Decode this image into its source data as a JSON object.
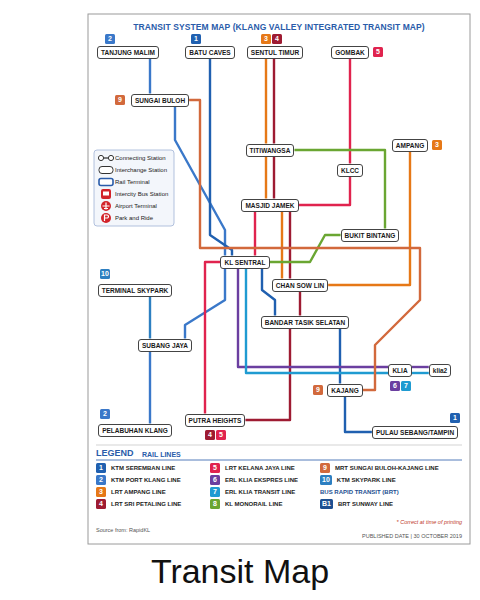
{
  "diagram": {
    "title": "TRANSIT SYSTEM MAP (KLANG VALLEY INTEGRATED TRANSIT MAP)",
    "caption": "Transit Map",
    "nodes": [
      {
        "text": [
          "TANJUNG MALIM"
        ]
      },
      {
        "text": [
          "BATU CAVES"
        ]
      },
      {
        "text": [
          "SENTUL TIMUR"
        ]
      },
      {
        "text": [
          "GOMBAK"
        ]
      },
      {
        "text": [
          "SUNGAI BULOH"
        ]
      },
      {
        "text": [
          "TITIWANGSA"
        ]
      },
      {
        "text": [
          "KLCC"
        ]
      },
      {
        "text": [
          "MASJID JAMEK"
        ]
      },
      {
        "text": [
          "BUKIT BINTANG"
        ]
      },
      {
        "text": [
          "KL SENTRAL"
        ]
      },
      {
        "text": [
          "CHAN SOW LIN"
        ]
      },
      {
        "text": [
          "AMPANG"
        ]
      },
      {
        "text": [
          "TERMINAL SKYPARK"
        ]
      },
      {
        "text": [
          "BANDAR TASIK SELATAN"
        ]
      },
      {
        "text": [
          "SUBANG JAYA"
        ]
      },
      {
        "text": [
          "KLIA"
        ]
      },
      {
        "text": [
          "klia2"
        ]
      },
      {
        "text": [
          "KAJANG"
        ]
      },
      {
        "text": [
          "PUTRA HEIGHTS"
        ]
      },
      {
        "text": [
          "PELABUHAN KLANG"
        ]
      },
      {
        "text": [
          "PULAU SEBANG/TAMPIN"
        ]
      }
    ],
    "edges": [
      {
        "from": 0,
        "to": 4,
        "arrow": "none"
      },
      {
        "from": 4,
        "to": 9,
        "arrow": "none"
      },
      {
        "from": 9,
        "to": 14,
        "arrow": "none"
      },
      {
        "from": 14,
        "to": 19,
        "arrow": "none"
      },
      {
        "from": 1,
        "to": 9,
        "arrow": "none"
      },
      {
        "from": 9,
        "to": 13,
        "arrow": "none"
      },
      {
        "from": 13,
        "to": 17,
        "arrow": "none"
      },
      {
        "from": 17,
        "to": 20,
        "arrow": "none"
      },
      {
        "from": 2,
        "to": 5,
        "arrow": "none"
      },
      {
        "from": 2,
        "to": 5,
        "arrow": "none"
      },
      {
        "from": 5,
        "to": 7,
        "arrow": "none"
      },
      {
        "from": 5,
        "to": 7,
        "arrow": "none"
      },
      {
        "from": 7,
        "to": 10,
        "arrow": "none"
      },
      {
        "from": 7,
        "to": 10,
        "arrow": "none"
      },
      {
        "from": 10,
        "to": 11,
        "arrow": "none"
      },
      {
        "from": 10,
        "to": 13,
        "arrow": "none"
      },
      {
        "from": 13,
        "to": 18,
        "arrow": "none"
      },
      {
        "from": 3,
        "to": 6,
        "arrow": "none"
      },
      {
        "from": 6,
        "to": 7,
        "arrow": "none"
      },
      {
        "from": 7,
        "to": 9,
        "arrow": "none"
      },
      {
        "from": 9,
        "to": 18,
        "arrow": "none"
      },
      {
        "from": 9,
        "to": 15,
        "arrow": "none"
      },
      {
        "from": 9,
        "to": 15,
        "arrow": "none"
      },
      {
        "from": 15,
        "to": 16,
        "arrow": "none"
      },
      {
        "from": 15,
        "to": 16,
        "arrow": "none"
      },
      {
        "from": 9,
        "to": 8,
        "arrow": "none"
      },
      {
        "from": 8,
        "to": 5,
        "arrow": "none"
      },
      {
        "from": 4,
        "to": 17,
        "arrow": "none"
      },
      {
        "from": 14,
        "to": 12,
        "arrow": "none"
      }
    ],
    "labels": [
      "LEGEND",
      "RAIL LINES",
      "1",
      "2",
      "3",
      "4",
      "5",
      "6",
      "7",
      "8",
      "9",
      "10",
      "B1",
      "BUS RAPID TRANSIT (BRT)",
      "Source from: RapidKL",
      "PUBLISHED DATE | 30 OCTOBER 2019",
      "* Correct at time of printing",
      "2",
      "1",
      "3",
      "4",
      "5",
      "3",
      "9",
      "9",
      "4",
      "5",
      "1",
      "2",
      "10",
      "6",
      "7"
    ],
    "legend": [
      {
        "text": "KTM SEREMBAN LINE",
        "color": "#2060b0"
      },
      {
        "text": "KTM PORT KLANG LINE",
        "color": "#3a78c9"
      },
      {
        "text": "LRT AMPANG LINE",
        "color": "#e67817"
      },
      {
        "text": "LRT SRI PETALING LINE",
        "color": "#9e1b32"
      },
      {
        "text": "LRT KELANA JAYA LINE",
        "color": "#e0234e"
      },
      {
        "text": "ERL KLIA EKSPRES LINE",
        "color": "#6b3fa0"
      },
      {
        "text": "ERL KLIA TRANSIT LINE",
        "color": "#1f9bd1"
      },
      {
        "text": "KL MONORAIL LINE",
        "color": "#6aa632"
      },
      {
        "text": "MRT SUNGAI BULOH-KAJANG LINE",
        "color": "#d2693c"
      },
      {
        "text": "KTM SKYPARK LINE",
        "color": "#2d7fc1"
      },
      {
        "text": "BRT SUNWAY LINE",
        "color": "#1d4f91"
      },
      {
        "text": "Connecting Station"
      },
      {
        "text": "Interchange Station"
      },
      {
        "text": "Rail Terminal"
      },
      {
        "text": "Intercity Bus Station"
      },
      {
        "text": "Airport Terminal"
      },
      {
        "text": "Park and Ride"
      }
    ]
  }
}
